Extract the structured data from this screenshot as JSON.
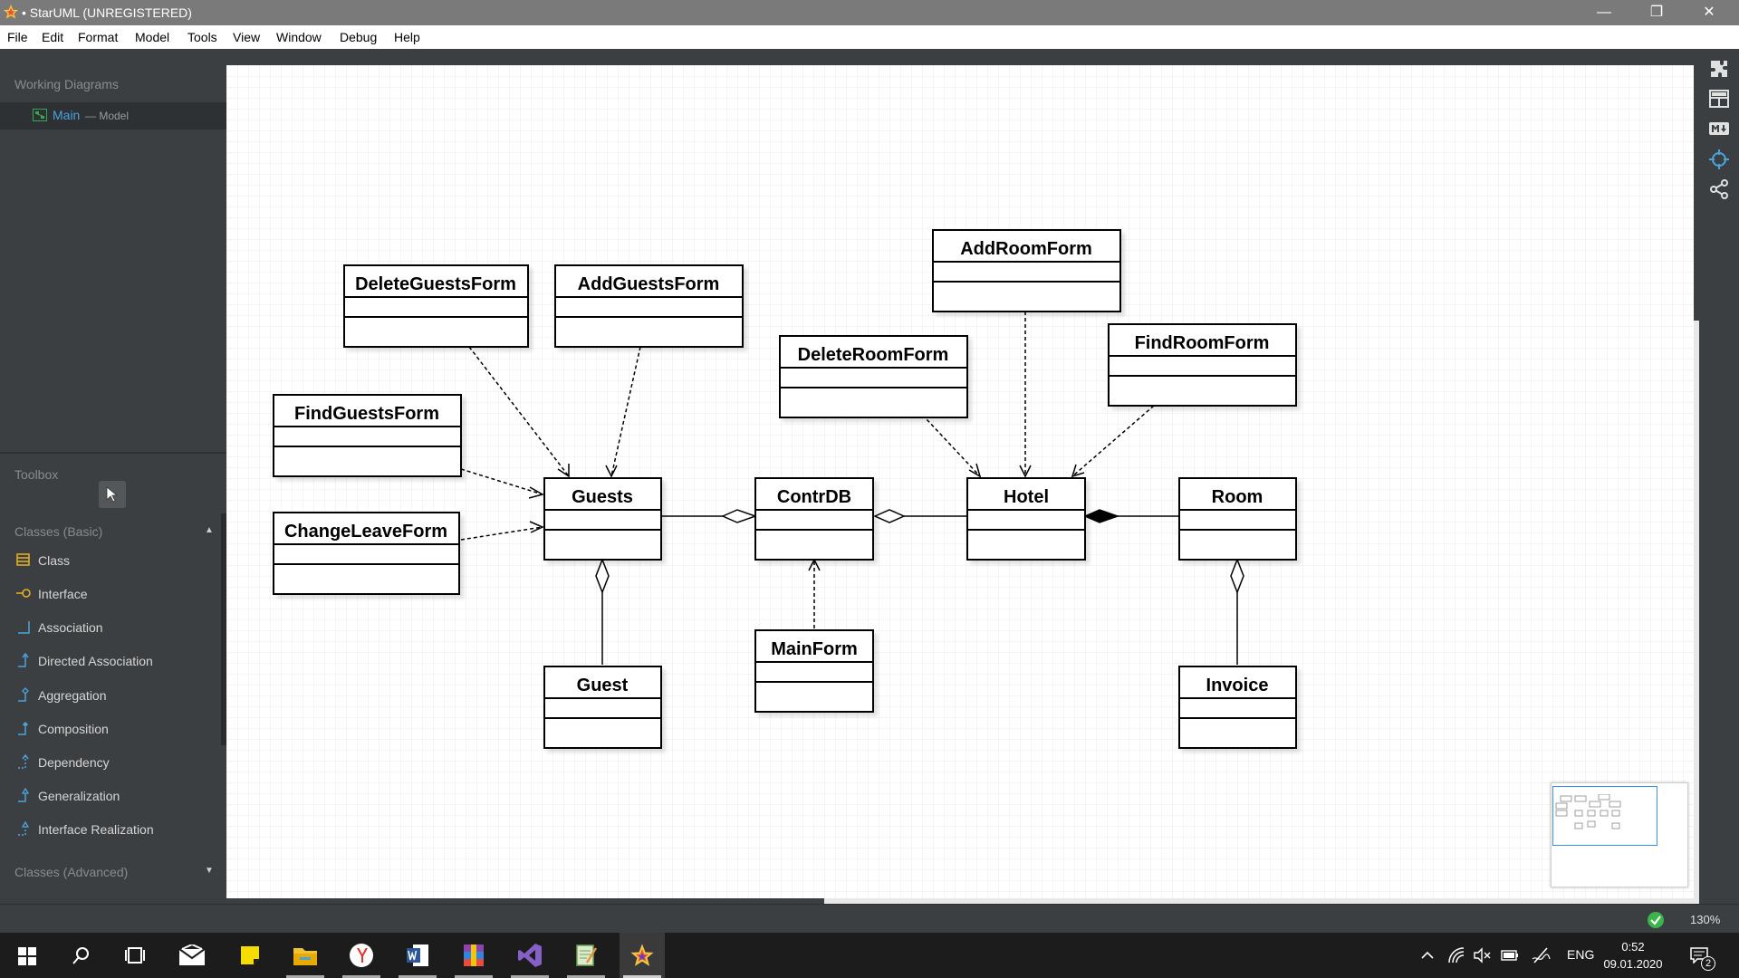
{
  "window": {
    "title": "• StarUML (UNREGISTERED)",
    "minimize": "—",
    "maximize": "❐",
    "close": "✕"
  },
  "menu": [
    "File",
    "Edit",
    "Format",
    "Model",
    "Tools",
    "View",
    "Window",
    "Debug",
    "Help"
  ],
  "sidebar": {
    "working_diagrams_title": "Working Diagrams",
    "diagram_name": "Main",
    "diagram_owner": "— Model",
    "toolbox_title": "Toolbox",
    "group_basic": "Classes (Basic)",
    "group_advanced": "Classes (Advanced)",
    "items": [
      {
        "label": "Class",
        "icon": "class-icon"
      },
      {
        "label": "Interface",
        "icon": "interface-icon"
      },
      {
        "label": "Association",
        "icon": "association-icon"
      },
      {
        "label": "Directed Association",
        "icon": "directed-association-icon"
      },
      {
        "label": "Aggregation",
        "icon": "aggregation-icon"
      },
      {
        "label": "Composition",
        "icon": "composition-icon"
      },
      {
        "label": "Dependency",
        "icon": "dependency-icon"
      },
      {
        "label": "Generalization",
        "icon": "generalization-icon"
      },
      {
        "label": "Interface Realization",
        "icon": "interface-realization-icon"
      }
    ]
  },
  "diagram": {
    "classes": {
      "deleteguestsform": "DeleteGuestsForm",
      "addguestsform": "AddGuestsForm",
      "findguestsform": "FindGuestsForm",
      "changeleaveform": "ChangeLeaveForm",
      "guests": "Guests",
      "contrdb": "ContrDB",
      "hotel": "Hotel",
      "room": "Room",
      "guest": "Guest",
      "mainform": "MainForm",
      "invoice": "Invoice",
      "addroomform": "AddRoomForm",
      "deleteroomform": "DeleteRoomForm",
      "findroomform": "FindRoomForm"
    },
    "relations": [
      {
        "from": "DeleteGuestsForm",
        "to": "Guests",
        "type": "dependency"
      },
      {
        "from": "AddGuestsForm",
        "to": "Guests",
        "type": "dependency"
      },
      {
        "from": "FindGuestsForm",
        "to": "Guests",
        "type": "dependency"
      },
      {
        "from": "ChangeLeaveForm",
        "to": "Guests",
        "type": "dependency"
      },
      {
        "from": "Guests",
        "to": "ContrDB",
        "type": "aggregation"
      },
      {
        "from": "Hotel",
        "to": "ContrDB",
        "type": "aggregation"
      },
      {
        "from": "Room",
        "to": "Hotel",
        "type": "composition"
      },
      {
        "from": "Guest",
        "to": "Guests",
        "type": "aggregation"
      },
      {
        "from": "MainForm",
        "to": "ContrDB",
        "type": "dependency"
      },
      {
        "from": "Invoice",
        "to": "Room",
        "type": "aggregation"
      },
      {
        "from": "AddRoomForm",
        "to": "Hotel",
        "type": "dependency"
      },
      {
        "from": "DeleteRoomForm",
        "to": "Hotel",
        "type": "dependency"
      },
      {
        "from": "FindRoomForm",
        "to": "Hotel",
        "type": "dependency"
      }
    ]
  },
  "right_toolbar": [
    "extensions-icon",
    "layout-icon",
    "markdown-icon",
    "navigator-icon",
    "share-icon"
  ],
  "status": {
    "zoom": "130%",
    "validation": "ok"
  },
  "taskbar": {
    "apps": [
      "start-icon",
      "search-icon",
      "task-view-icon",
      "mail-icon",
      "sticky-notes-icon",
      "file-explorer-icon",
      "yandex-browser-icon",
      "word-icon",
      "winrar-icon",
      "visual-studio-icon",
      "notepad-icon",
      "staruml-icon"
    ],
    "language": "ENG",
    "time": "0:52",
    "date": "09.01.2020",
    "notifications": "2"
  },
  "colors": {
    "panel": "#3c3f41",
    "accent": "#4aa3df",
    "ok": "#39b54a"
  }
}
